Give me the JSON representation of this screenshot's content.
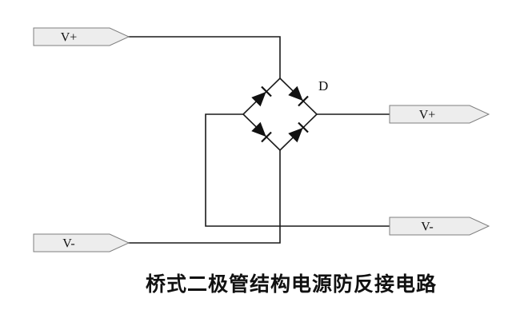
{
  "diagram": {
    "caption": "桥式二极管结构电源防反接电路",
    "bridge_label": "D",
    "terminals": {
      "input_top": "V+",
      "input_bottom": "V-",
      "output_top": "V+",
      "output_bottom": "V-"
    },
    "colors": {
      "wire": "#1a1a1a",
      "diode": "#111111",
      "terminal_fill": "#ededed",
      "terminal_border": "#7f7f7f",
      "background": "#ffffff"
    }
  }
}
